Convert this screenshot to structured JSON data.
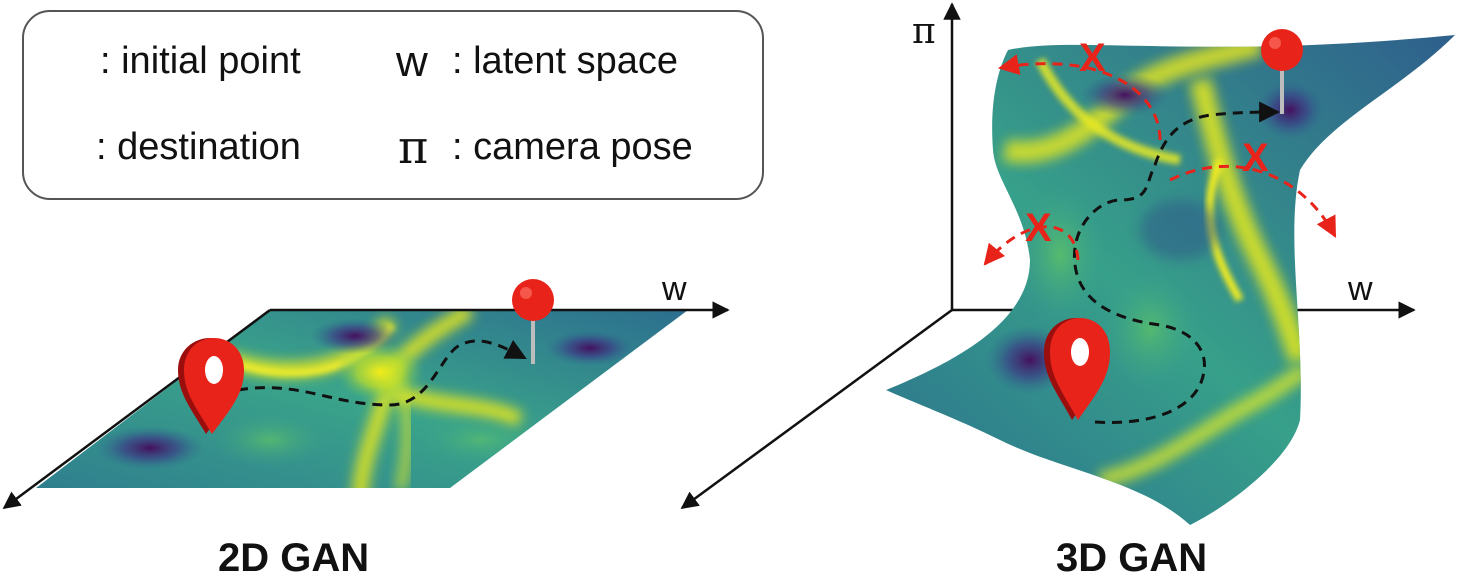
{
  "legend": {
    "items": [
      {
        "symbol": "pin-icon",
        "text": ": initial point"
      },
      {
        "symbol": "lollipop-icon",
        "text": ": destination"
      },
      {
        "symbol": "w",
        "text": ": latent space"
      },
      {
        "symbol": "π",
        "text": ": camera pose"
      }
    ]
  },
  "panels": {
    "left": {
      "title": "2D GAN",
      "axis_label": "w"
    },
    "right": {
      "title": "3D GAN",
      "x_axis_label": "w",
      "y_axis_label": "π"
    }
  },
  "failure_marker": "X",
  "colors": {
    "pin_red": "#e8231a",
    "path_black": "#111111",
    "fail_red": "#e8231a",
    "surface_low": "#3b2a6b",
    "surface_mid": "#2a8a8a",
    "surface_high": "#e4e81c"
  }
}
